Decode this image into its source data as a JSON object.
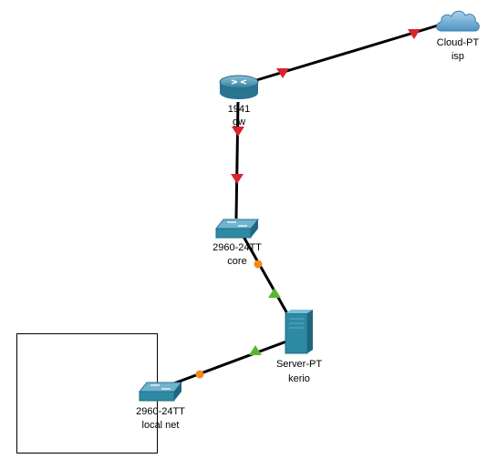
{
  "devices": {
    "cloud": {
      "model": "Cloud-PT",
      "name": "isp"
    },
    "router": {
      "model": "1941",
      "name": "gw"
    },
    "core_switch": {
      "model": "2960-24TT",
      "name": "core"
    },
    "server": {
      "model": "Server-PT",
      "name": "kerio"
    },
    "local_switch": {
      "model": "2960-24TT",
      "name": "local net"
    }
  },
  "link_states": {
    "router_cloud": [
      "down",
      "down"
    ],
    "router_core": [
      "down",
      "down"
    ],
    "core_server": [
      "amber",
      "up"
    ],
    "server_local": [
      "up",
      "amber"
    ]
  },
  "colors": {
    "cable": "#000000",
    "link_down": "#d9232f",
    "link_up": "#5cb531",
    "link_amber": "#f28a1c",
    "device_teal": "#2d8aa3"
  }
}
